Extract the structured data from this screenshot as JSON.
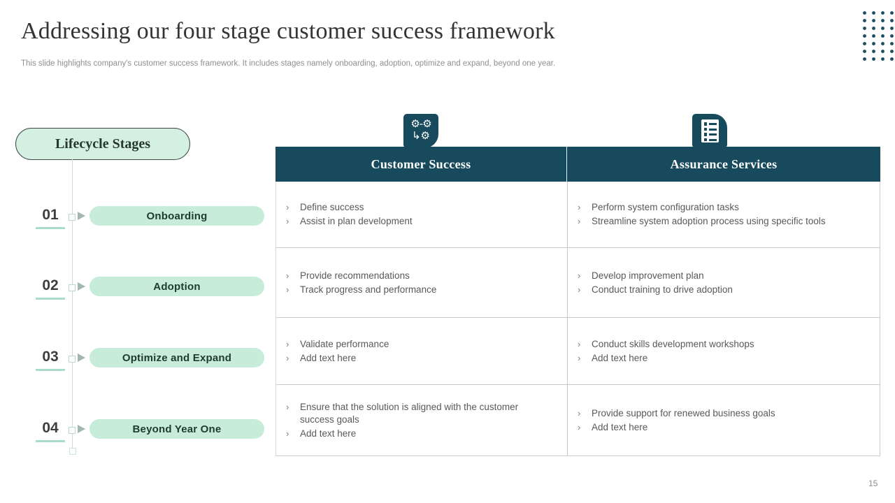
{
  "slide": {
    "title": "Addressing our four stage customer success framework",
    "subtitle": "This slide highlights company's customer success framework. It includes stages namely onboarding, adoption, optimize and expand, beyond one year.",
    "page_number": "15"
  },
  "lifecycle": {
    "label": "Lifecycle Stages",
    "stages": [
      {
        "number": "01",
        "label": "Onboarding"
      },
      {
        "number": "02",
        "label": "Adoption"
      },
      {
        "number": "03",
        "label": "Optimize and Expand"
      },
      {
        "number": "04",
        "label": "Beyond Year One"
      }
    ]
  },
  "table": {
    "bullet_char": "›",
    "columns": [
      {
        "header": "Customer Success",
        "icon": "process-gears-icon"
      },
      {
        "header": "Assurance Services",
        "icon": "checklist-document-icon"
      }
    ],
    "rows": [
      {
        "customer_success": [
          "Define success",
          "Assist in plan development"
        ],
        "assurance_services": [
          "Perform system configuration tasks",
          "Streamline system adoption process using specific tools"
        ]
      },
      {
        "customer_success": [
          "Provide recommendations",
          "Track progress and performance"
        ],
        "assurance_services": [
          "Develop improvement plan",
          "Conduct training to drive adoption"
        ]
      },
      {
        "customer_success": [
          "Validate performance",
          "Add text here"
        ],
        "assurance_services": [
          "Conduct skills development workshops",
          "Add text here"
        ]
      },
      {
        "customer_success": [
          "Ensure that the solution is aligned with the customer success goals",
          "Add text here"
        ],
        "assurance_services": [
          "Provide support for renewed business goals",
          "Add text here"
        ]
      }
    ]
  },
  "icons": {
    "process_gears": {
      "glyph_top": "⚙-⚙",
      "glyph_bottom": "↳⚙"
    }
  },
  "colors": {
    "dark_teal": "#174a5c",
    "mint": "#c7ecd9",
    "mint_light": "#d4f0e2",
    "body_text": "#595959"
  }
}
